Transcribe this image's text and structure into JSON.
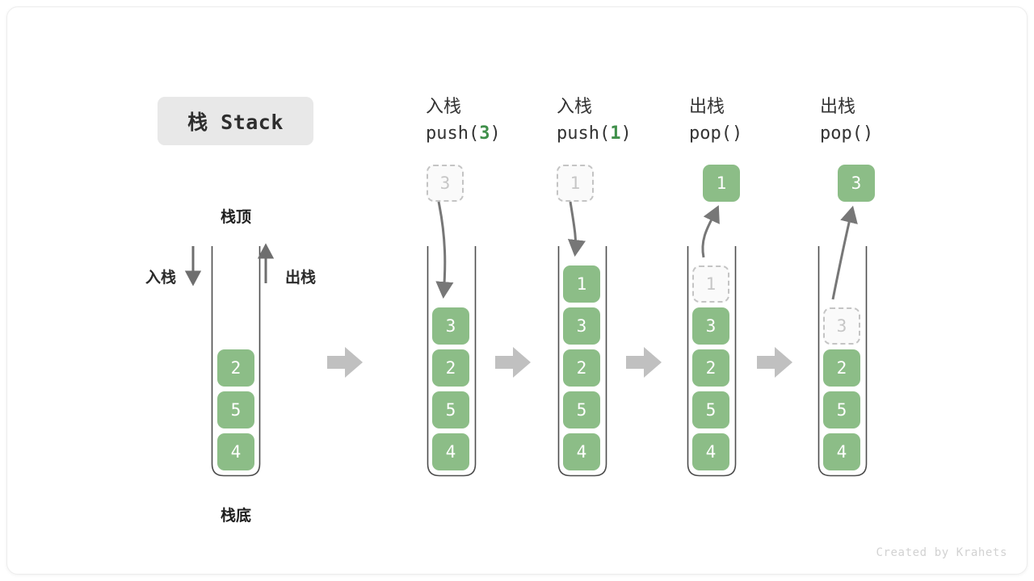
{
  "figure": {
    "title": "栈 Stack",
    "watermark": "Created by Krahets",
    "colors": {
      "element_fill": "#8cbd87",
      "element_text": "#ffffff",
      "ghost_text": "#c6c6c6",
      "ghost_border": "#c4c4c4",
      "accent_green": "#3f8f4a",
      "arrow_gray": "#6e6e6e",
      "flow_arrow_gray": "#bfbfbf",
      "badge_bg": "#e8e8e8"
    }
  },
  "initial": {
    "top_label": "栈顶",
    "bottom_label": "栈底",
    "push_label": "入栈",
    "pop_label": "出栈",
    "push_arrow": "down-arrow",
    "pop_arrow": "up-arrow",
    "elements": [
      "2",
      "5",
      "4"
    ]
  },
  "steps": [
    {
      "op_cn": "入栈",
      "op_code_prefix": "push(",
      "op_code_arg": "3",
      "op_code_suffix": ")",
      "kind": "push",
      "pending": "3",
      "elements": [
        "3",
        "2",
        "5",
        "4"
      ],
      "ghost_index": -1,
      "result": null
    },
    {
      "op_cn": "入栈",
      "op_code_prefix": "push(",
      "op_code_arg": "1",
      "op_code_suffix": ")",
      "kind": "push",
      "pending": "1",
      "elements": [
        "1",
        "3",
        "2",
        "5",
        "4"
      ],
      "ghost_index": -1,
      "result": null
    },
    {
      "op_cn": "出栈",
      "op_code_prefix": "pop(",
      "op_code_arg": "",
      "op_code_suffix": ")",
      "kind": "pop",
      "pending": null,
      "elements": [
        "1",
        "3",
        "2",
        "5",
        "4"
      ],
      "ghost_index": 0,
      "result": "1"
    },
    {
      "op_cn": "出栈",
      "op_code_prefix": "pop(",
      "op_code_arg": "",
      "op_code_suffix": ")",
      "kind": "pop",
      "pending": null,
      "elements": [
        "3",
        "2",
        "5",
        "4"
      ],
      "ghost_index": 0,
      "result": "3"
    }
  ],
  "flow_arrows": [
    "flow-arrow-1",
    "flow-arrow-2",
    "flow-arrow-3",
    "flow-arrow-4"
  ]
}
